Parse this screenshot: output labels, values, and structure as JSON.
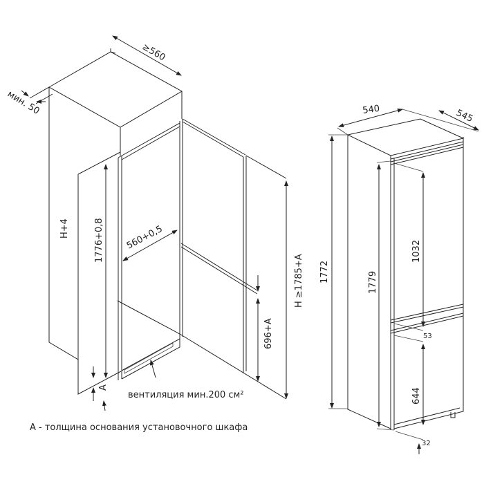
{
  "install_diagram": {
    "labels": {
      "min_gap": "мин. 50",
      "niche_depth": "≥560",
      "niche_height": "H+4",
      "appliance_height": "1776+0,8",
      "niche_width": "560+0,5",
      "niche_total_height": "H ≥1785+A",
      "lower_door_height": "696+A",
      "base_thickness": "A",
      "ventilation": "вентиляция мин.200 см²",
      "legend": "A - толщина основания установочного шкафа"
    }
  },
  "appliance_diagram": {
    "labels": {
      "width": "540",
      "depth": "545",
      "body_height": "1772",
      "total_height": "1779",
      "upper_door": "1032",
      "door_gap": "53",
      "lower_door": "644",
      "bottom_offset": "32"
    }
  }
}
